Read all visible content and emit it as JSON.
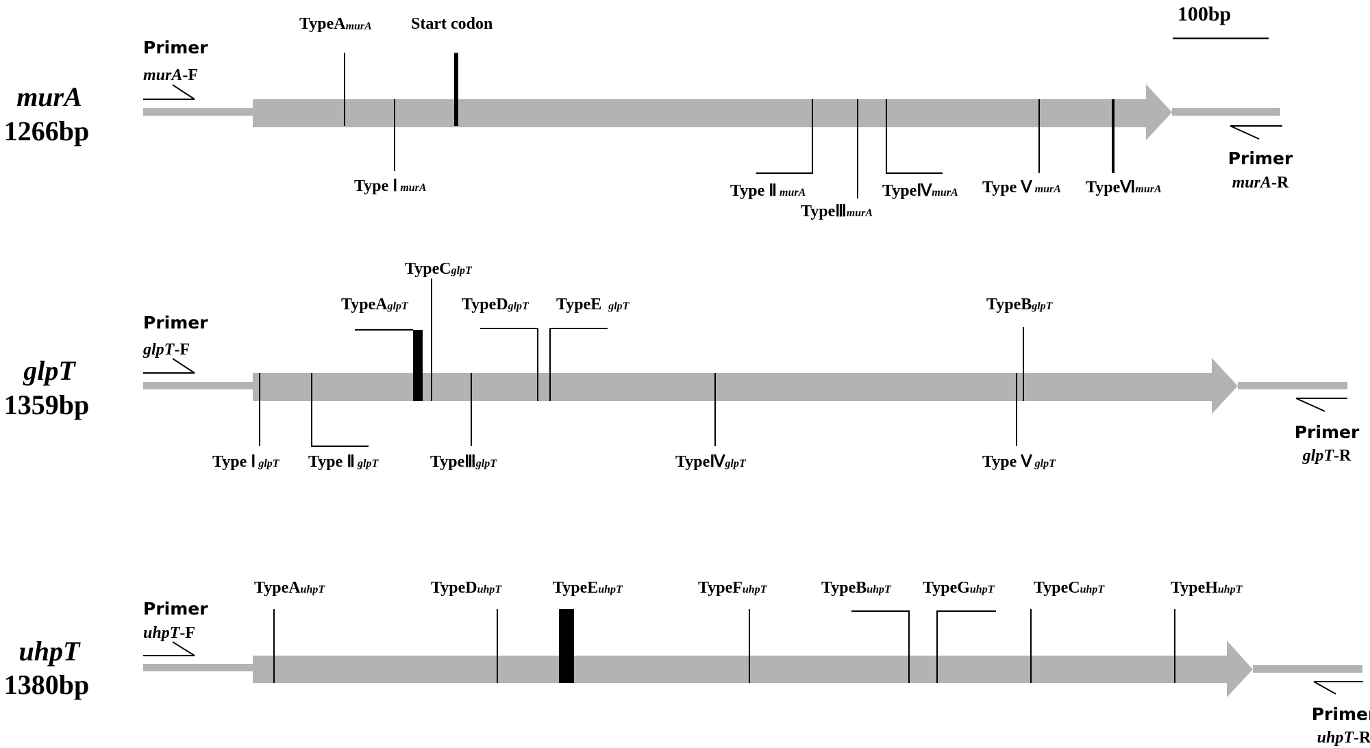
{
  "genes": [
    {
      "id": "murA",
      "name": "murA",
      "length": "1266bp",
      "primer_f": {
        "word": "Primer",
        "name": "murA",
        "suffix": "-F"
      },
      "primer_r": {
        "word": "Primer",
        "name": "murA",
        "suffix": "-R"
      },
      "annotations": [
        {
          "label": "TypeA",
          "sub": "murA"
        },
        {
          "label": "Start codon",
          "sub": ""
        },
        {
          "label": "Type Ⅰ",
          "sub": "murA"
        },
        {
          "label": "Type Ⅱ",
          "sub": "murA"
        },
        {
          "label": "TypeⅢ",
          "sub": "murA"
        },
        {
          "label": "TypeⅣ",
          "sub": "murA"
        },
        {
          "label": "Type Ⅴ",
          "sub": "murA"
        },
        {
          "label": "TypeⅥ",
          "sub": "murA"
        }
      ]
    },
    {
      "id": "glpT",
      "name": "glpT",
      "length": "1359bp",
      "primer_f": {
        "word": "Primer",
        "name": "glpT",
        "suffix": "-F"
      },
      "primer_r": {
        "word": "Primer",
        "name": "glpT",
        "suffix": "-R"
      },
      "annotations": [
        {
          "label": "TypeC",
          "sub": "glpT"
        },
        {
          "label": "TypeA",
          "sub": "glpT"
        },
        {
          "label": "TypeD",
          "sub": "glpT"
        },
        {
          "label": "TypeE ",
          "sub": "glpT"
        },
        {
          "label": "TypeB",
          "sub": "glpT"
        },
        {
          "label": "Type Ⅰ",
          "sub": "glpT"
        },
        {
          "label": "Type Ⅱ",
          "sub": "glpT"
        },
        {
          "label": "TypeⅢ",
          "sub": "glpT"
        },
        {
          "label": "TypeⅣ",
          "sub": "glpT"
        },
        {
          "label": "Type Ⅴ",
          "sub": "glpT"
        }
      ]
    },
    {
      "id": "uhpT",
      "name": "uhpT",
      "length": "1380bp",
      "primer_f": {
        "word": "Primer",
        "name": "uhpT",
        "suffix": "-F"
      },
      "primer_r": {
        "word": "Primer",
        "name": "uhpT",
        "suffix": "-R"
      },
      "annotations": [
        {
          "label": "TypeA",
          "sub": "uhpT"
        },
        {
          "label": "TypeD",
          "sub": "uhpT"
        },
        {
          "label": "TypeE",
          "sub": "uhpT"
        },
        {
          "label": "TypeF",
          "sub": "uhpT"
        },
        {
          "label": "TypeB",
          "sub": "uhpT"
        },
        {
          "label": "TypeG",
          "sub": "uhpT"
        },
        {
          "label": "TypeC",
          "sub": "uhpT"
        },
        {
          "label": "TypeH",
          "sub": "uhpT"
        }
      ]
    }
  ],
  "scale_bar": {
    "label": "100bp"
  },
  "colors": {
    "gene_body": "#b3b3b3",
    "mark": "#000000",
    "background": "#ffffff"
  }
}
